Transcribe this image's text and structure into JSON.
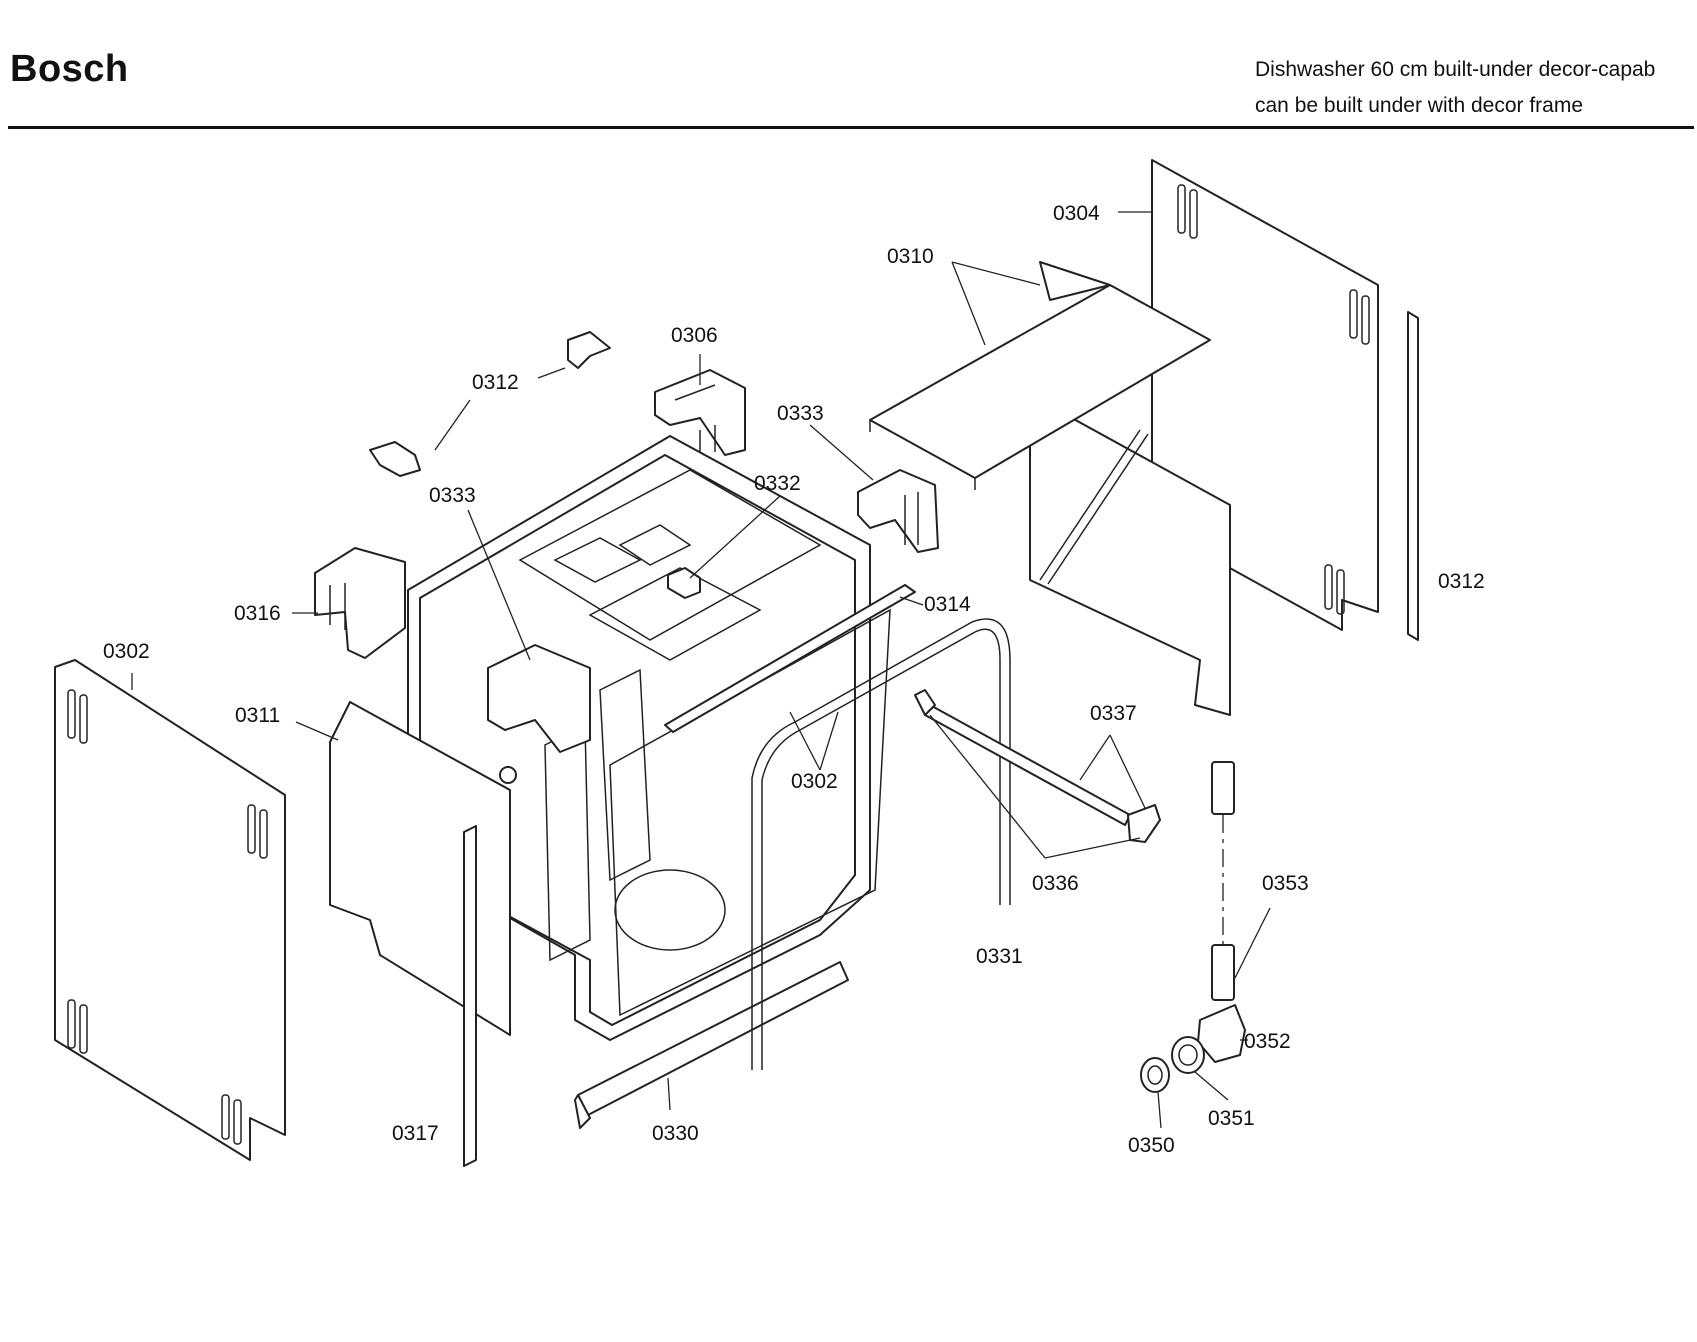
{
  "header": {
    "brand": "Bosch",
    "subtitle_line1": "Dishwasher 60 cm built-under decor-capab",
    "subtitle_line2": "can be built under with decor frame"
  },
  "callouts": [
    "0304",
    "0310",
    "0306",
    "0312",
    "0333",
    "0332",
    "0333",
    "0316",
    "0314",
    "0302",
    "0311",
    "0337",
    "0302",
    "0312",
    "0336",
    "0353",
    "0331",
    "0352",
    "0317",
    "0330",
    "0351",
    "0350"
  ]
}
